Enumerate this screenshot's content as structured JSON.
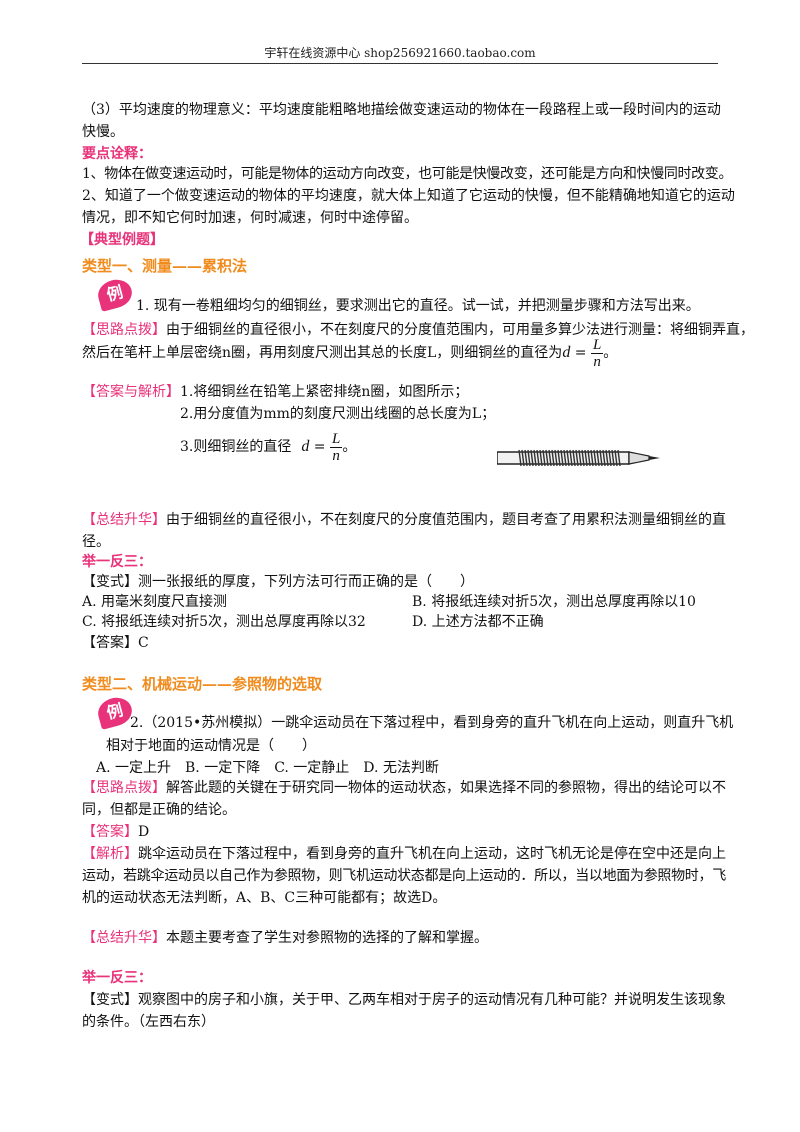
{
  "header": {
    "text": "宇轩在线资源中心   shop256921660.taobao.com"
  },
  "intro": {
    "p3_line1": "（3）平均速度的物理意义：平均速度能粗略地描绘做变速运动的物体在一段路程上或一段时间内的运动",
    "p3_line2": "快慢。",
    "key_title": "要点诠释：",
    "k1": "1、物体在做变速运动时，可能是物体的运动方向改变，也可能是快慢改变，还可能是方向和快慢同时改变。",
    "k2_line1": "2、知道了一个做变速运动的物体的平均速度，就大体上知道了它运动的快慢，但不能精确地知道它的运动",
    "k2_line2": "情况，即不知它何时加速，何时减速，何时中途停留。",
    "examples_title": "【典型例题】"
  },
  "type1": {
    "title": "类型一、测量——累积法",
    "badge": "例",
    "q": "1. 现有一卷粗细均匀的细铜丝，要求测出它的直径。试一试，并把测量步骤和方法写出来。",
    "hint_tag": "【思路点拨】",
    "hint_line1": "由于细铜丝的直径很小，不在刻度尺的分度值范围内，可用量多算少法进行测量：将细铜弄直，",
    "hint_line2": "然后在笔杆上单层密绕n圈，再用刻度尺测出其总的长度L，则细铜丝的直径为",
    "formula_d": "d",
    "formula_eq": " = ",
    "formula_num": "L",
    "formula_den": "n",
    "period": "。",
    "ans_tag": "【答案与解析】",
    "ans1": "1.将细铜丝在铅笔上紧密排绕n圈，如图所示；",
    "ans2": "2.用分度值为mm的刻度尺测出线圈的总长度为L；",
    "ans3": "3.则细铜丝的直径",
    "summary_tag": "【总结升华】",
    "summary_line1": "由于细铜丝的直径很小，不在刻度尺的分度值范围内，题目考查了用累积法测量细铜丝的直",
    "summary_line2": "径。",
    "extend_title": "举一反三：",
    "var_q": "【变式】测一张报纸的厚度，下列方法可行而正确的是（　　）",
    "optA": "A. 用毫米刻度尺直接测",
    "optB": "B. 将报纸连续对折5次，测出总厚度再除以10",
    "optC": "C. 将报纸连续对折5次，测出总厚度再除以32",
    "optD": "D. 上述方法都不正确",
    "var_ans": "【答案】C"
  },
  "type2": {
    "title": "类型二、机械运动——参照物的选取",
    "badge": "例",
    "q_line1": "2.（2015•苏州模拟）一跳伞运动员在下落过程中，看到身旁的直升飞机在向上运动，则直升飞机",
    "q_line2": "相对于地面的运动情况是（　　）",
    "options": "A. 一定上升　B. 一定下降　C. 一定静止　D. 无法判断",
    "hint_tag": "【思路点拨】",
    "hint_line1": "解答此题的关键在于研究同一物体的运动状态，如果选择不同的参照物，得出的结论可以不",
    "hint_line2": "同，但都是正确的结论。",
    "ans_tag": "【答案】",
    "ans": "D",
    "exp_tag": "【解析】",
    "exp_line1": "跳伞运动员在下落过程中，看到身旁的直升飞机在向上运动，这时飞机无论是停在空中还是向上",
    "exp_line2": "运动，若跳伞运动员以自己作为参照物，则飞机运动状态都是向上运动的．所以，当以地面为参照物时，飞",
    "exp_line3": "机的运动状态无法判断，A、B、C三种可能都有；故选D。",
    "summary_tag": "【总结升华】",
    "summary": "本题主要考查了学生对参照物的选择的了解和掌握。",
    "extend_title": "举一反三：",
    "var_line1": "【变式】观察图中的房子和小旗，关于甲、乙两车相对于房子的运动情况有几种可能？并说明发生该现象",
    "var_line2": "的条件。（左西右东）"
  }
}
